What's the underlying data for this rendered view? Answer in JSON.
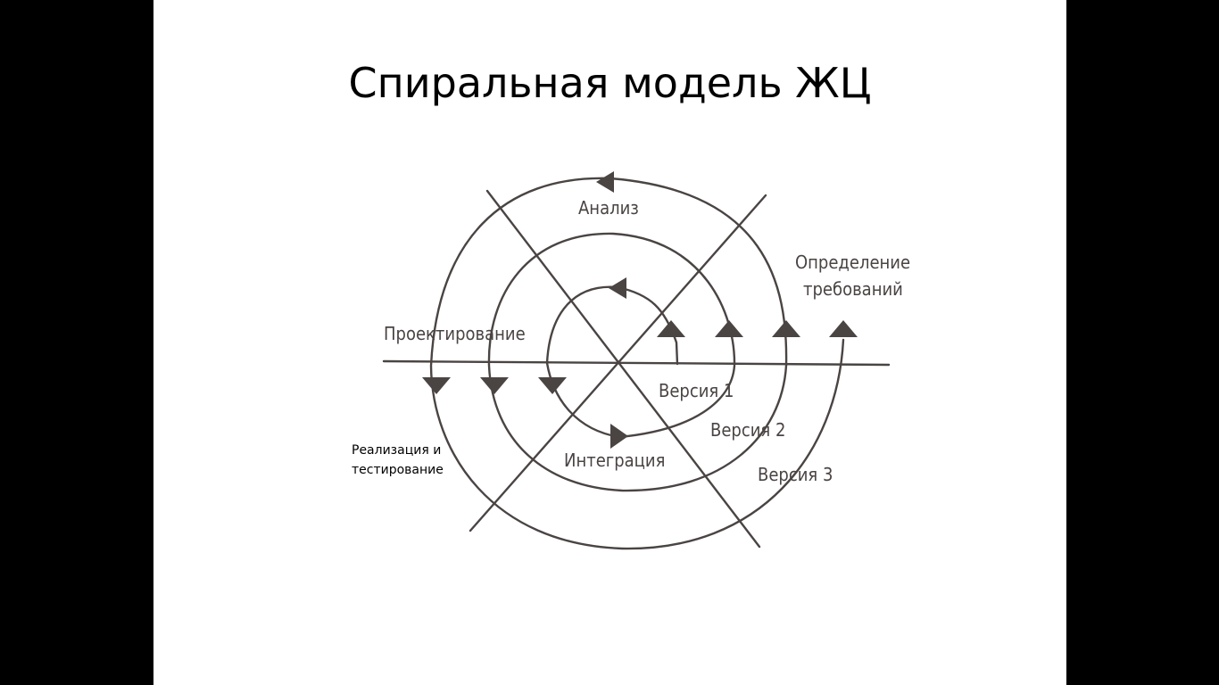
{
  "slide": {
    "title": "Спиральная модель ЖЦ"
  },
  "diagram": {
    "labels": {
      "analysis": "Анализ",
      "requirements_line1": "Определение",
      "requirements_line2": "требований",
      "design": "Проектирование",
      "implementation_line1": "Реализация и",
      "implementation_line2": "тестирование",
      "integration": "Интеграция",
      "version1": "Версия 1",
      "version2": "Версия 2",
      "version3": "Версия 3"
    },
    "colors": {
      "ink": "#4a4443",
      "background": "#ffffff",
      "frame": "#000000"
    }
  }
}
